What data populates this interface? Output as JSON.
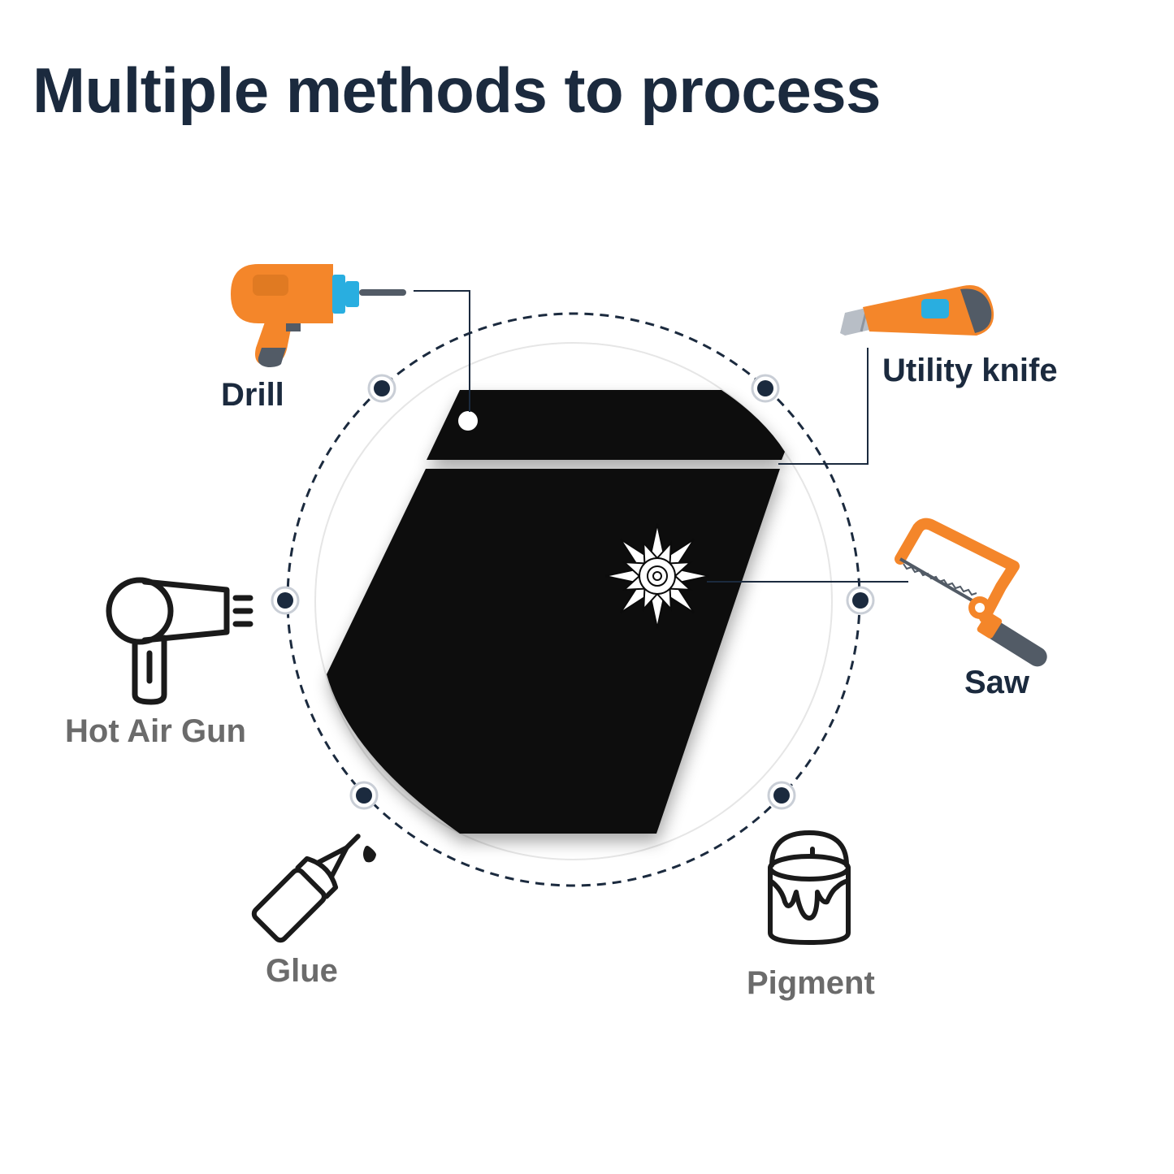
{
  "title": "Multiple methods to process",
  "methods": {
    "drill": "Drill",
    "utility_knife": "Utility knife",
    "saw": "Saw",
    "hot_air_gun": "Hot Air Gun",
    "glue": "Glue",
    "pigment": "Pigment"
  },
  "icons": {
    "drill": "drill-icon",
    "utility_knife": "utility-knife-icon",
    "saw": "hacksaw-icon",
    "hot_air_gun": "hair-dryer-icon",
    "glue": "glue-bottle-icon",
    "pigment": "paint-bucket-icon",
    "panel_decor": "flower-icon"
  },
  "colors": {
    "title": "#1b2a3e",
    "label_dark": "#1b2a3e",
    "label_gray": "#6b6b6b",
    "tool_orange": "#f4862a",
    "tool_blue": "#29aee0",
    "tool_gray": "#525b66",
    "panel": "#0b0b0b",
    "line": "#1b2a3e"
  }
}
